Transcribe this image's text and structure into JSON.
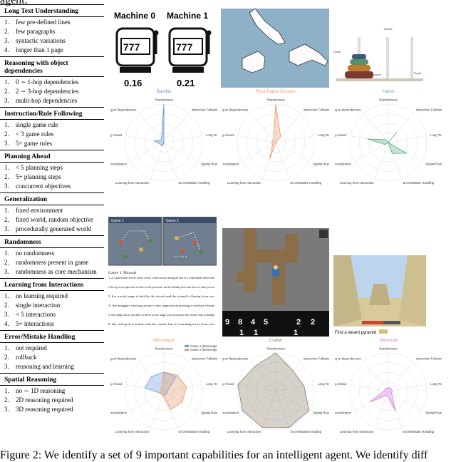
{
  "head_cut": "agent.",
  "foot_cut": "Figure 2: We identify a set of 9 important capabilities for an intelligent agent. We identify diff",
  "taxonomy": [
    {
      "title": "Long Text Understanding",
      "items": [
        {
          "n": "1.",
          "t": "few pre-defined lines"
        },
        {
          "n": "2.",
          "t": "few paragraphs"
        },
        {
          "n": "3.",
          "t": "syntactic variations"
        },
        {
          "n": "4.",
          "t": "longer than 1 page"
        }
      ]
    },
    {
      "title": "Reasoning with object dependencies",
      "items": [
        {
          "n": "1.",
          "t": "0 ∼ 1-hop dependencies"
        },
        {
          "n": "2.",
          "t": "2 ∼ 3-hop dependencies"
        },
        {
          "n": "3.",
          "t": "multi-hop dependencies"
        }
      ]
    },
    {
      "title": "Instruction/Rule Following",
      "items": [
        {
          "n": "1.",
          "t": "single game rule"
        },
        {
          "n": "2.",
          "t": "< 3 game rules"
        },
        {
          "n": "3.",
          "t": "5+ game rules"
        }
      ]
    },
    {
      "title": "Planning Ahead",
      "items": [
        {
          "n": "1.",
          "t": "< 5 planning steps"
        },
        {
          "n": "2.",
          "t": "5+ planning steps"
        },
        {
          "n": "3.",
          "t": "concurrent objectives"
        }
      ]
    },
    {
      "title": "Generalization",
      "items": [
        {
          "n": "1.",
          "t": "fixed environment"
        },
        {
          "n": "2.",
          "t": "fixed world, random objective"
        },
        {
          "n": "3.",
          "t": "procedurally generated world"
        }
      ]
    },
    {
      "title": "Randomness",
      "items": [
        {
          "n": "1.",
          "t": "no randomness"
        },
        {
          "n": "2.",
          "t": "randomness present in game"
        },
        {
          "n": "3.",
          "t": "randomness as core mechanism"
        }
      ]
    },
    {
      "title": "Learning from Interactions",
      "items": [
        {
          "n": "1.",
          "t": "no learning required"
        },
        {
          "n": "2.",
          "t": "single interaction"
        },
        {
          "n": "3.",
          "t": "< 5 interactions"
        },
        {
          "n": "4.",
          "t": "5+ interactions"
        }
      ]
    },
    {
      "title": "Error/Mistake Handling",
      "items": [
        {
          "n": "1.",
          "t": "not required"
        },
        {
          "n": "2.",
          "t": "rollback"
        },
        {
          "n": "3.",
          "t": "reasoning and learning"
        }
      ]
    },
    {
      "title": "Spatial Reasoning",
      "items": [
        {
          "n": "1.",
          "t": "no ∼ 1D reasoning"
        },
        {
          "n": "2.",
          "t": "2D reasoning required"
        },
        {
          "n": "3.",
          "t": "3D reasoning required"
        }
      ]
    }
  ],
  "images": {
    "bandit_left": "Machine 0",
    "bandit_right": "Machine 1",
    "bandit_val_left": "0.16",
    "bandit_val_right": "0.21",
    "hanoi_labels": [
      "Towers",
      "Disks",
      "Target",
      "Source"
    ],
    "messenger_panels": [
      "Game 1",
      "Game 2"
    ],
    "messenger_manual_title": "Game 1 Manual",
    "messenger_manual": [
      "1. at a particular locale, there exists a mercurious mongrel that is a formidable adversary.",
      "2. the top-secret paperwork is in the crook's possession, and he's heading closer and closer to where you are.",
      "3. the crucial target is held by the wizard and the wizard is fleeing from you.",
      "4. the mugger rushing away is the opposition posing a serious threat.",
      "5. the thing that is not able to move is the mage who possesses the enemy that is deadly.",
      "6. the vital goal is found with the canine, but it is running away from you."
    ],
    "crafter_inventory": [
      "9",
      "8",
      "4",
      "5",
      "2",
      "2",
      "1",
      "1",
      "1"
    ],
    "minecraft_caption": "Find a desert pyramid"
  },
  "chart_data": [
    {
      "type": "radar",
      "title": "Bandits",
      "color": "#5b8fd6",
      "axes": [
        "Randomness",
        "Instruction Following",
        "Long Text",
        "Spatial Reasoning",
        "Error/Mistake Handling",
        "Learning from Interaction",
        "Generalization",
        "Planning Ahead",
        "Reasoning w/ dependencies"
      ],
      "values": [
        1.0,
        0,
        0,
        0,
        0,
        0.1,
        0.1,
        0.25,
        0.1
      ]
    },
    {
      "type": "radar",
      "title": "Rock Paper Scissors",
      "color": "#e89868",
      "axes": [
        "Randomness",
        "Instruction Following",
        "Long Text",
        "Spatial Reasoning",
        "Error/Mistake Handling",
        "Learning from Interaction",
        "Generalization",
        "Planning Ahead",
        "Reasoning w/ dependencies"
      ],
      "values": [
        1.0,
        0.2,
        0,
        0,
        0,
        0.45,
        0.1,
        0.1,
        0.1
      ]
    },
    {
      "type": "radar",
      "title": "Hanoi",
      "color": "#5ab07a",
      "axes": [
        "Randomness",
        "Instruction Following",
        "Long Text",
        "Spatial Reasoning",
        "Error/Mistake Handling",
        "Learning from Interaction",
        "Generalization",
        "Planning Ahead",
        "Reasoning w/ dependencies"
      ],
      "values": [
        0,
        0.35,
        0,
        0.55,
        0.3,
        0,
        0.1,
        0.55,
        0.1
      ]
    },
    {
      "type": "radar",
      "title": "Messenger",
      "color": "#e89868",
      "axes": [
        "Randomness",
        "Instruction Following",
        "Long Text",
        "Spatial Reasoning",
        "Error/Mistake Handling",
        "Learning from Interaction",
        "Generalization",
        "Planning Ahead",
        "Reasoning w/ dependencies"
      ],
      "series": [
        {
          "name": "",
          "color": "#6b9fe0",
          "values": [
            0.5,
            0.5,
            0.1,
            0.1,
            0.1,
            0.1,
            0.1,
            0.5,
            0.5
          ]
        },
        {
          "name": "",
          "color": "#e89868",
          "values": [
            0.5,
            0.55,
            0.6,
            0.55,
            0.5,
            0.1,
            0.1,
            0.1,
            0.1
          ]
        }
      ],
      "legend": [
        "Game 1 (Messenger)",
        "Game 2 (Messenger)"
      ]
    },
    {
      "type": "radar",
      "title": "Crafter",
      "color": "#8a7d6a",
      "axes": [
        "Randomness",
        "Instruction Following",
        "Long Text",
        "Spatial Reasoning",
        "Error/Mistake Handling",
        "Learning from Interaction",
        "Generalization",
        "Planning Ahead",
        "Reasoning w/ dependencies"
      ],
      "values": [
        1.0,
        0.7,
        0.75,
        1.0,
        1.0,
        1.0,
        1.0,
        1.0,
        0.85
      ]
    },
    {
      "type": "radar",
      "title": "Minecraft",
      "color": "#d67ad6",
      "axes": [
        "Randomness",
        "Instruction Following",
        "Long Text",
        "Spatial Reasoning",
        "Error/Mistake Handling",
        "Learning from Interaction",
        "Generalization",
        "Planning Ahead",
        "Reasoning w/ dependencies"
      ],
      "values": [
        0.1,
        0.1,
        0.1,
        0.1,
        0.55,
        0.1,
        0.55,
        0.1,
        0.1
      ]
    }
  ]
}
